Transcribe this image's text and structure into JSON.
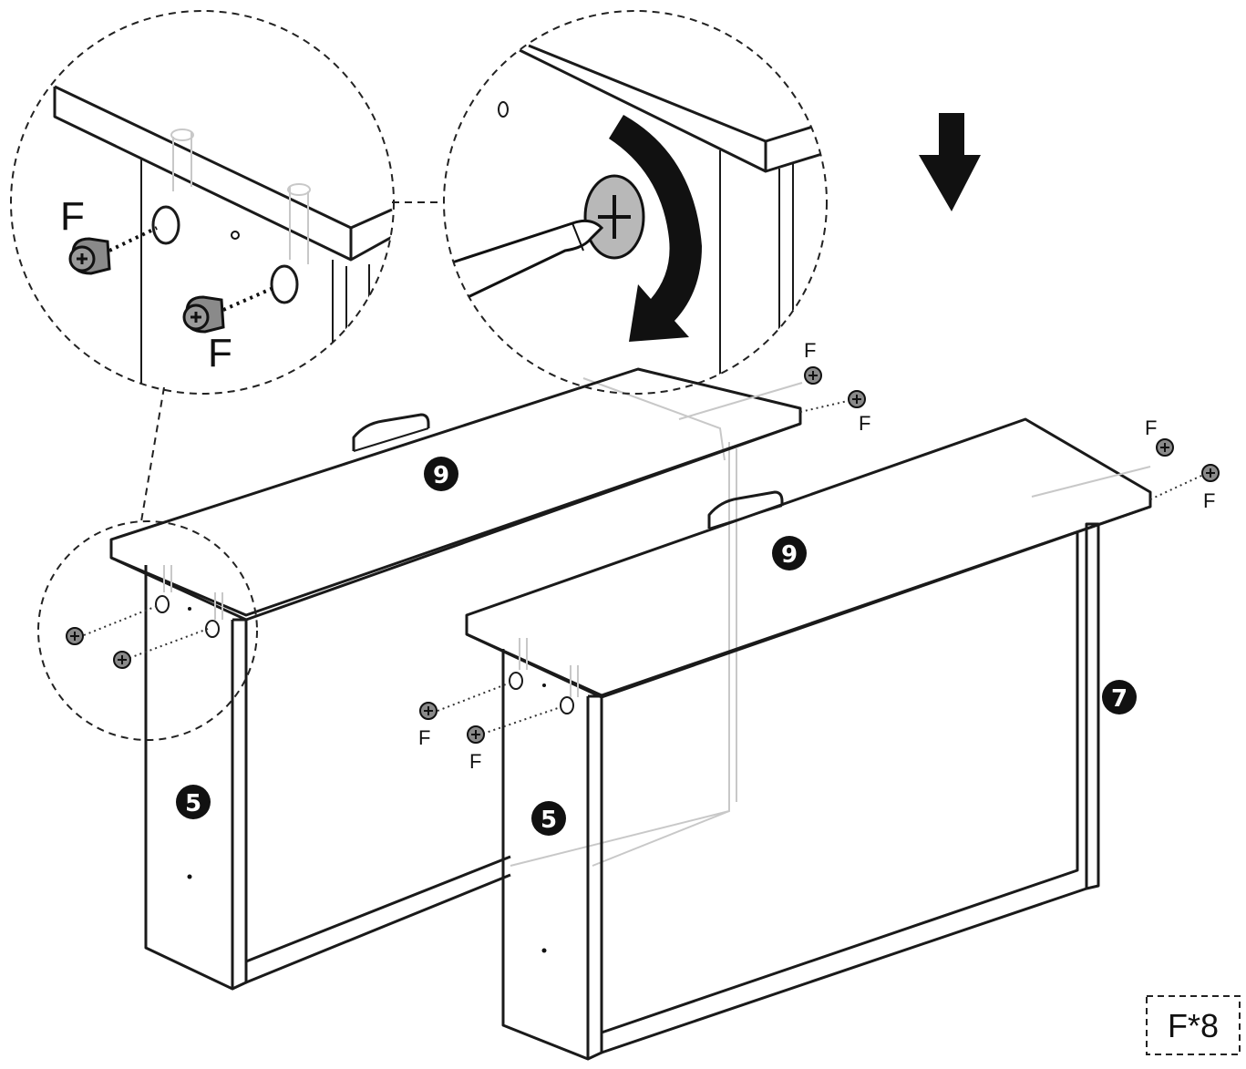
{
  "labels": {
    "fastener": "F",
    "panel_top": "9",
    "panel_side": "5",
    "panel_back": "7",
    "count_box": "F*8"
  },
  "colors": {
    "ink": "#1a1a1a",
    "fastener_fill": "#8a8a8a",
    "screw_plate": "#b8b8b8",
    "ghost_line": "#c8c8c8"
  },
  "icons": {
    "direction_arrow": "down-arrow-icon",
    "rotation_arrow": "clockwise-arrow-icon",
    "fastener": "cam-lock-icon",
    "tool": "screwdriver-icon"
  }
}
